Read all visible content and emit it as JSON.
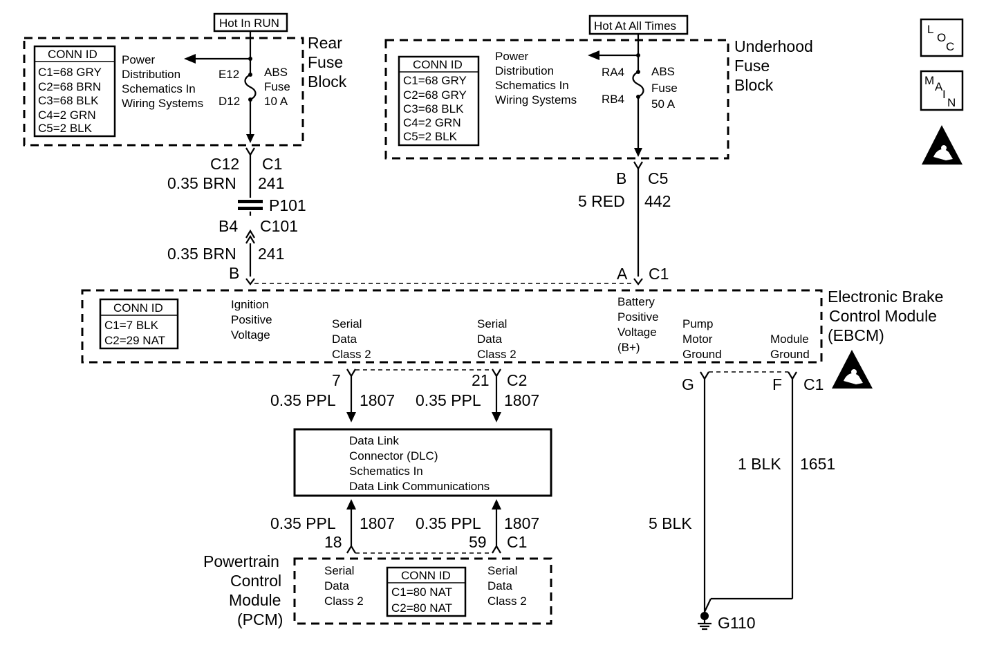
{
  "fuse_rear": {
    "hot_label": "Hot In RUN",
    "block_name": [
      "Rear",
      "Fuse",
      "Block"
    ],
    "conn_id_title": "CONN ID",
    "conn_ids": [
      "C1=68 GRY",
      "C2=68 BRN",
      "C3=68 BLK",
      "C4=2 GRN",
      "C5=2 BLK"
    ],
    "power_dist": [
      "Power",
      "Distribution",
      "Schematics In",
      "Wiring Systems"
    ],
    "pin_top": "E12",
    "pin_bottom": "D12",
    "fuse_name": [
      "ABS",
      "Fuse",
      "10 A"
    ]
  },
  "fuse_underhood": {
    "hot_label": "Hot At All Times",
    "block_name": [
      "Underhood",
      "Fuse",
      "Block"
    ],
    "conn_id_title": "CONN ID",
    "conn_ids": [
      "C1=68 GRY",
      "C2=68 GRY",
      "C3=68 BLK",
      "C4=2 GRN",
      "C5=2 BLK"
    ],
    "power_dist": [
      "Power",
      "Distribution",
      "Schematics In",
      "Wiring Systems"
    ],
    "pin_top": "RA4",
    "pin_bottom": "RB4",
    "fuse_name": [
      "ABS",
      "Fuse",
      "50 A"
    ]
  },
  "icons": {
    "loc": [
      "L",
      "O",
      "C"
    ],
    "main": [
      "M",
      "A",
      "I",
      "N"
    ]
  },
  "wire_left": {
    "upper_pin": "C12",
    "upper_conn": "C1",
    "upper_gauge": "0.35 BRN",
    "upper_circuit": "241",
    "splice": "P101",
    "lower_pin": "B4",
    "lower_conn": "C101",
    "lower_gauge": "0.35 BRN",
    "lower_circuit": "241",
    "ebcm_pin": "B"
  },
  "wire_right": {
    "upper_pin": "B",
    "upper_conn": "C5",
    "gauge": "5 RED",
    "circuit": "442",
    "ebcm_pin": "A",
    "ebcm_conn": "C1"
  },
  "ebcm": {
    "name": [
      "Electronic Brake",
      "Control Module",
      "(EBCM)"
    ],
    "conn_id_title": "CONN ID",
    "conn_ids": [
      "C1=7 BLK",
      "C2=29 NAT"
    ],
    "ign": [
      "Ignition",
      "Positive",
      "Voltage"
    ],
    "serial1": [
      "Serial",
      "Data",
      "Class 2"
    ],
    "serial2": [
      "Serial",
      "Data",
      "Class 2"
    ],
    "batt": [
      "Battery",
      "Positive",
      "Voltage",
      "(B+)"
    ],
    "pump": [
      "Pump",
      "Motor",
      "Ground"
    ],
    "module_gnd": [
      "Module",
      "Ground"
    ]
  },
  "serial_wires": {
    "left_pin": "7",
    "left_gauge": "0.35 PPL",
    "left_circuit": "1807",
    "right_pin": "21",
    "right_conn": "C2",
    "right_gauge": "0.35 PPL",
    "right_circuit": "1807"
  },
  "dlc": {
    "text": [
      "Data Link",
      "Connector (DLC)",
      "Schematics In",
      "Data Link Communications"
    ]
  },
  "pcm_wires": {
    "left_gauge": "0.35 PPL",
    "left_circuit": "1807",
    "left_pin": "18",
    "right_gauge": "0.35 PPL",
    "right_circuit": "1807",
    "right_pin": "59",
    "right_conn": "C1"
  },
  "pcm": {
    "name": [
      "Powertrain",
      "Control",
      "Module",
      "(PCM)"
    ],
    "serial_left": [
      "Serial",
      "Data",
      "Class 2"
    ],
    "serial_right": [
      "Serial",
      "Data",
      "Class 2"
    ],
    "conn_id_title": "CONN ID",
    "conn_ids": [
      "C1=80 NAT",
      "C2=80 NAT"
    ]
  },
  "ground_wires": {
    "pin_g": "G",
    "pin_f": "F",
    "conn": "C1",
    "f_gauge": "1 BLK",
    "f_circuit": "1651",
    "g_gauge": "5 BLK",
    "ground": "G110"
  }
}
